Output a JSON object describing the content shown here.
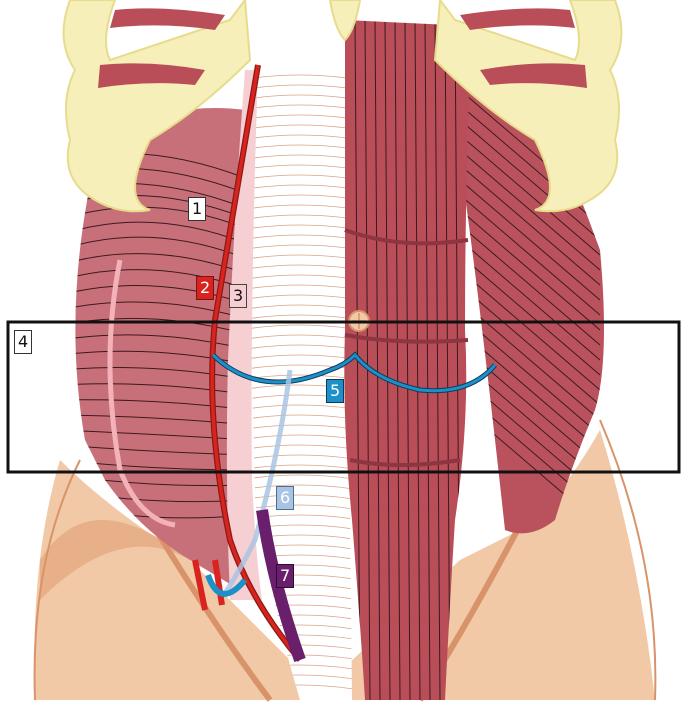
{
  "labels": {
    "l1": "1",
    "l2": "2",
    "l3": "3",
    "l4": "4",
    "l5": "5",
    "l6": "6",
    "l7": "7"
  },
  "colors": {
    "bone": "#f6efb9",
    "bone_edge": "#e7dc8c",
    "skin": "#f2c9a6",
    "skin_dark": "#d9936a",
    "muscle": "#b9525c",
    "muscle_light": "#d98a92",
    "sheath_pink": "#f6cfd2",
    "artery": "#d8231e",
    "nerve_blue": "#1d8fc9",
    "vessel_purple": "#6a1f6c",
    "region_border": "#111111"
  }
}
